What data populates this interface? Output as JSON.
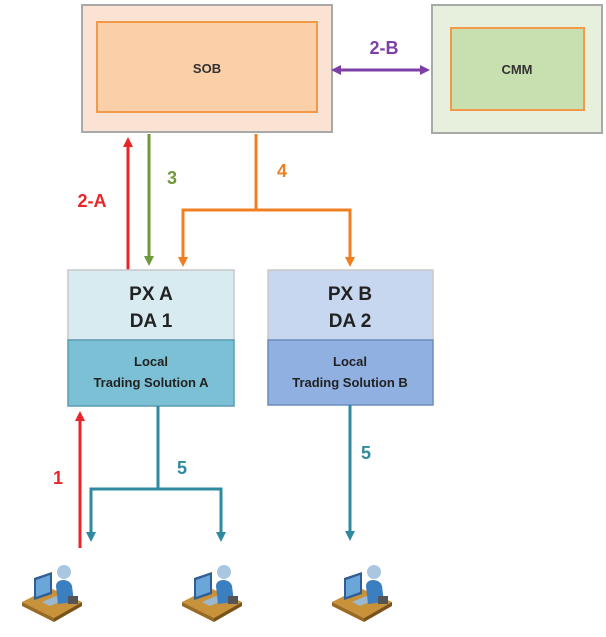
{
  "nodes": {
    "sob": {
      "label": "SOB"
    },
    "cmm": {
      "label": "CMM"
    },
    "px_a": {
      "line1": "PX A",
      "line2": "DA 1",
      "sub1": "Local",
      "sub2": "Trading Solution A"
    },
    "px_b": {
      "line1": "PX B",
      "line2": "DA 2",
      "sub1": "Local",
      "sub2": "Trading Solution B"
    }
  },
  "flows": {
    "f1": {
      "label": "1",
      "color": "#e8262a"
    },
    "f2a": {
      "label": "2-A",
      "color": "#e8262a"
    },
    "f2b": {
      "label": "2-B",
      "color": "#7b3fa6"
    },
    "f3": {
      "label": "3",
      "color": "#6f9a3c"
    },
    "f4": {
      "label": "4",
      "color": "#f07f22"
    },
    "f5a": {
      "label": "5",
      "color": "#2f8aa0"
    },
    "f5b": {
      "label": "5",
      "color": "#2f8aa0"
    }
  },
  "users": [
    {
      "icon": "user-at-computer-icon"
    },
    {
      "icon": "user-at-computer-icon"
    },
    {
      "icon": "user-at-computer-icon"
    }
  ]
}
